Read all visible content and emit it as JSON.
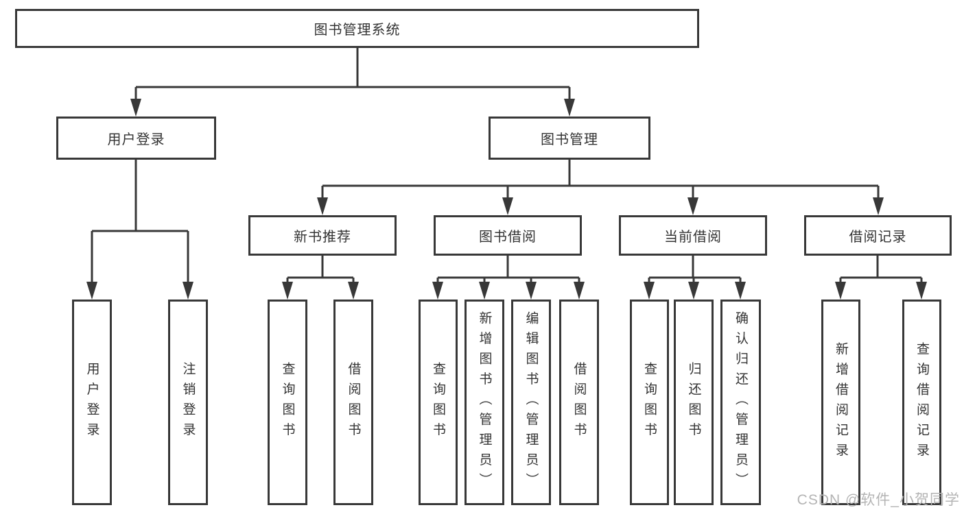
{
  "diagram": {
    "root": {
      "label": "图书管理系统"
    },
    "level2": [
      {
        "label": "用户登录"
      },
      {
        "label": "图书管理"
      }
    ],
    "level3": [
      {
        "label": "新书推荐"
      },
      {
        "label": "图书借阅"
      },
      {
        "label": "当前借阅"
      },
      {
        "label": "借阅记录"
      }
    ],
    "leaves": {
      "login": [
        {
          "label": "用户登录"
        },
        {
          "label": "注销登录"
        }
      ],
      "newbook": [
        {
          "label": "查询图书"
        },
        {
          "label": "借阅图书"
        }
      ],
      "borrow": [
        {
          "label": "查询图书"
        },
        {
          "label": "新增图书（管理员）"
        },
        {
          "label": "编辑图书（管理员）"
        },
        {
          "label": "借阅图书"
        }
      ],
      "current": [
        {
          "label": "查询图书"
        },
        {
          "label": "归还图书"
        },
        {
          "label": "确认归还（管理员）"
        }
      ],
      "record": [
        {
          "label": "新增借阅记录"
        },
        {
          "label": "查询借阅记录"
        }
      ]
    }
  },
  "watermark": {
    "text": "CSDN @软件_小贺同学"
  },
  "colors": {
    "line": "#383838",
    "box_border": "#383838",
    "text": "#333333",
    "watermark": "#b4b4b4",
    "background": "#ffffff"
  }
}
